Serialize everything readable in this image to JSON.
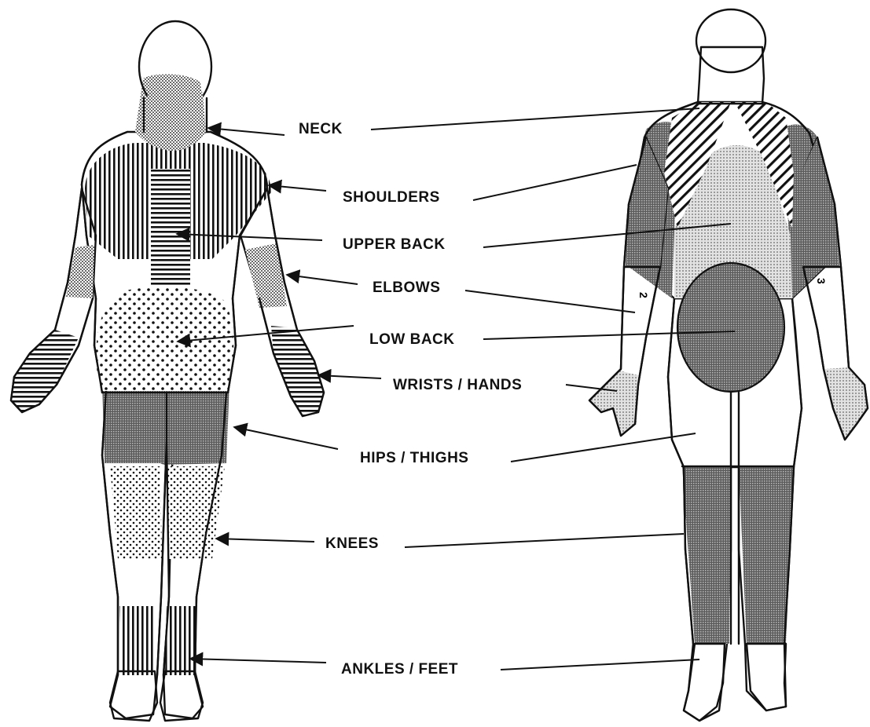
{
  "regions": {
    "neck": "NECK",
    "shoulders": "SHOULDERS",
    "upper_back": "UPPER BACK",
    "elbows": "ELBOWS",
    "low_back": "LOW BACK",
    "wrists_hands": "WRISTS / HANDS",
    "hips_thighs": "HIPS / THIGHS",
    "knees": "KNEES",
    "ankles_feet": "ANKLES / FEET"
  },
  "elbow_marks": {
    "left": "2",
    "right": "3"
  },
  "colors": {
    "ink": "#111111",
    "paper": "#ffffff",
    "shade_dark": "#7a7a7a",
    "shade_light": "#c9c9c9"
  }
}
